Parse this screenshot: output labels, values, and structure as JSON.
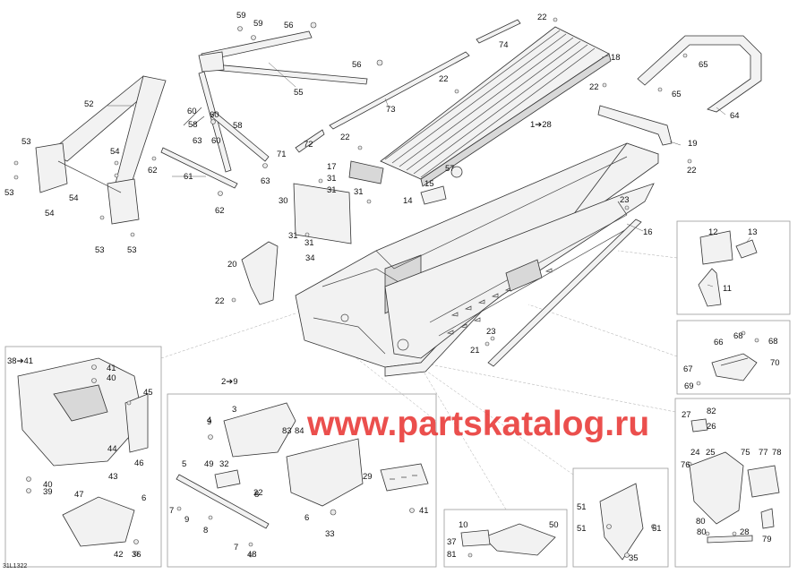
{
  "diagram_code": "31L1322",
  "watermark": "www.partskatalog.ru",
  "callouts": [
    "59",
    "59",
    "56",
    "74",
    "22",
    "18",
    "52",
    "60",
    "58",
    "56",
    "55",
    "73",
    "22",
    "22",
    "65",
    "60",
    "58",
    "63",
    "60",
    "65",
    "64",
    "22",
    "1➔28",
    "19",
    "22",
    "53",
    "54",
    "62",
    "61",
    "63",
    "71",
    "72",
    "17",
    "31",
    "57",
    "53",
    "54",
    "54",
    "30",
    "31",
    "31",
    "15",
    "14",
    "23",
    "62",
    "31",
    "53",
    "53",
    "31",
    "12",
    "13",
    "34",
    "16",
    "20",
    "11",
    "22",
    "23",
    "21",
    "38➔41",
    "41",
    "40",
    "45",
    "2➔9",
    "66",
    "68",
    "68",
    "67",
    "70",
    "69",
    "3",
    "9",
    "83",
    "84",
    "27",
    "82",
    "26",
    "44",
    "46",
    "43",
    "24",
    "25",
    "75",
    "77",
    "78",
    "76",
    "5",
    "49",
    "32",
    "22",
    "29",
    "41",
    "40",
    "39",
    "47",
    "6",
    "8",
    "7",
    "9",
    "4",
    "6",
    "33",
    "8",
    "7",
    "48",
    "42",
    "36",
    "10",
    "50",
    "51",
    "51",
    "51",
    "35",
    "37",
    "81",
    "80",
    "80",
    "28",
    "79"
  ],
  "icons": [
    "screw-icon",
    "bolt-icon",
    "nut-icon"
  ]
}
